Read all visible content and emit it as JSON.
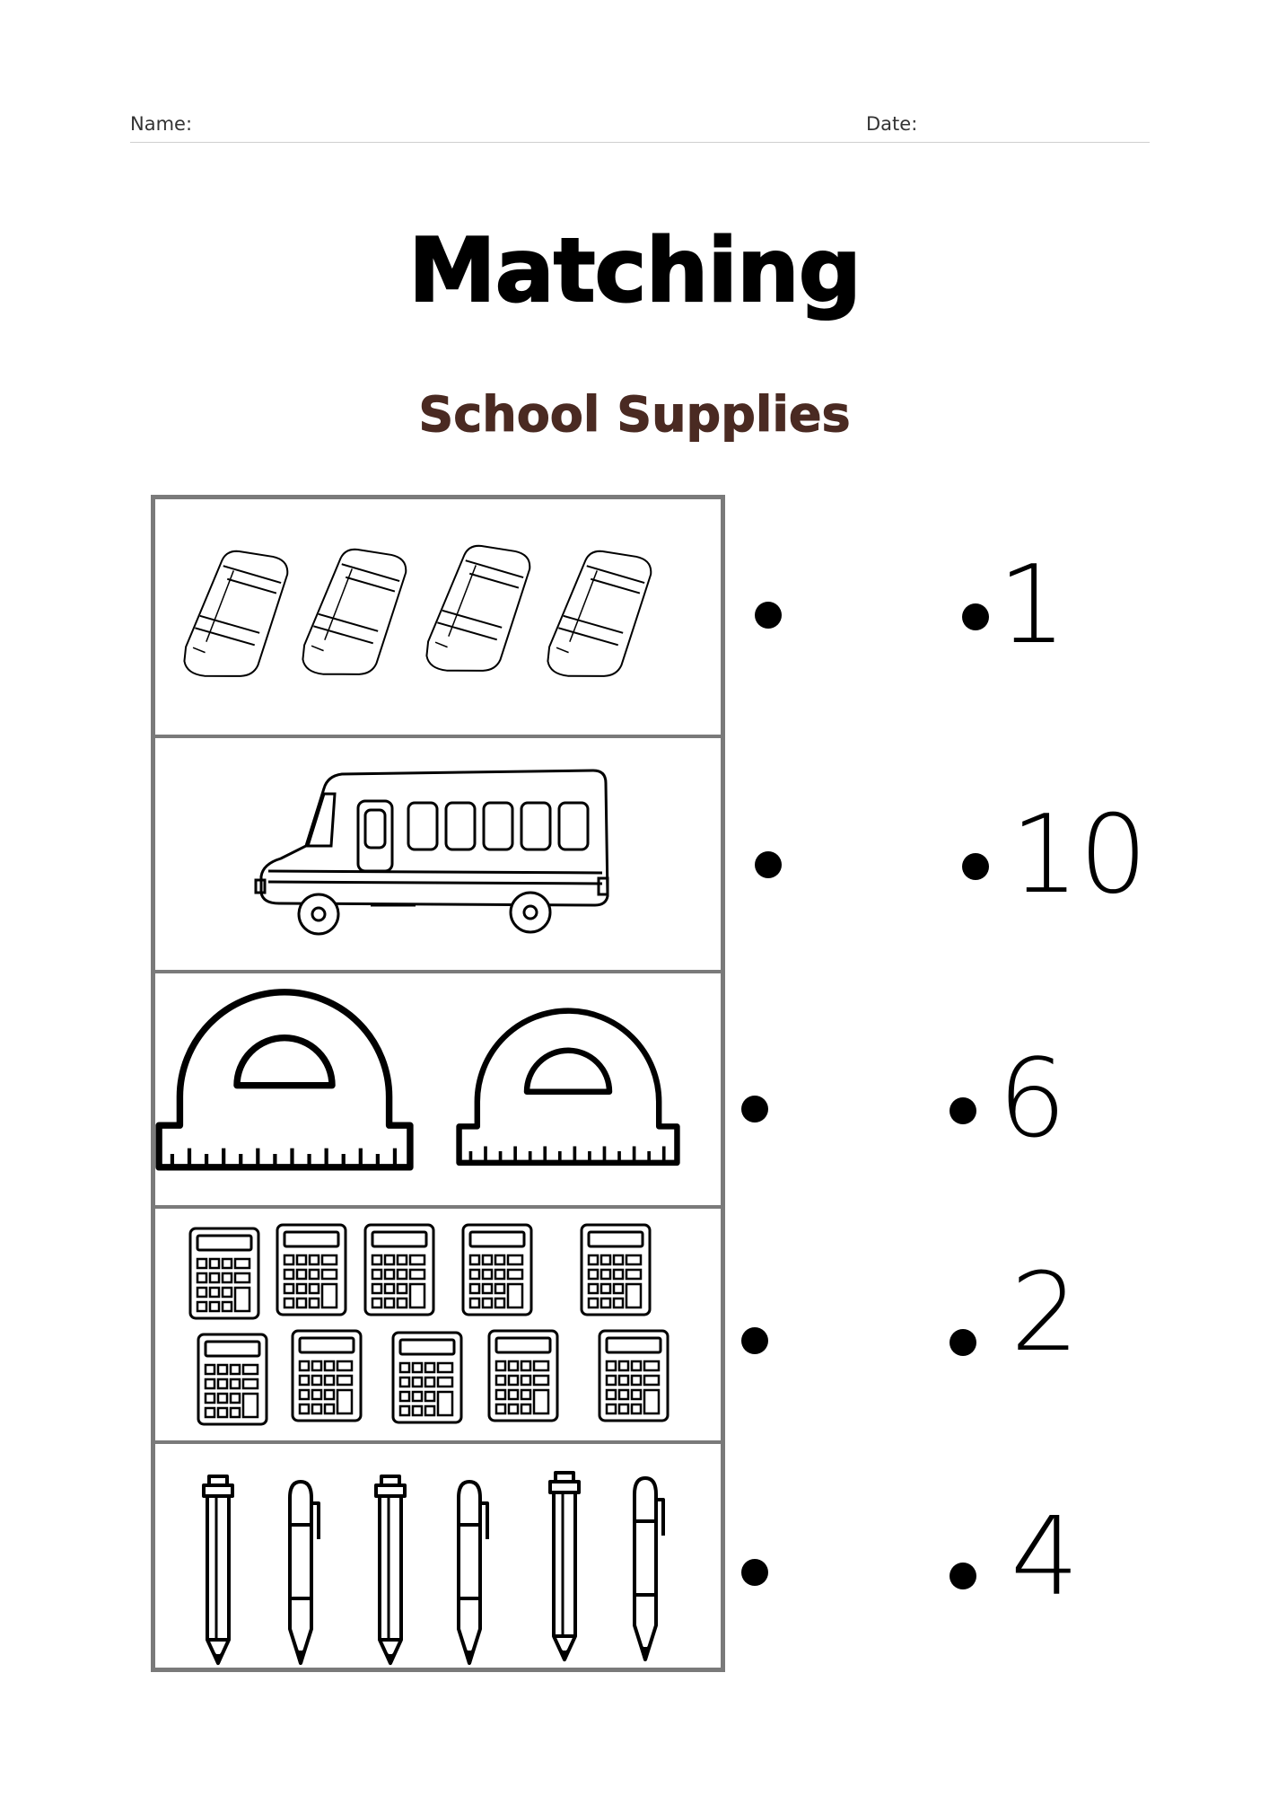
{
  "header": {
    "name_label": "Name:",
    "date_label": "Date:"
  },
  "title": "Matching",
  "subtitle": "School Supplies",
  "colors": {
    "subtitle": "#4a2a22",
    "grid_border": "#7a7a7a",
    "ink": "#000000"
  },
  "rows": [
    {
      "item": "eraser-icon",
      "count": 4
    },
    {
      "item": "bus-icon",
      "count": 1
    },
    {
      "item": "protractor-icon",
      "count": 2
    },
    {
      "item": "calculator-icon",
      "count": 10
    },
    {
      "item": "pencil-pen-icon",
      "count": 6
    }
  ],
  "numbers": [
    "1",
    "10",
    "6",
    "2",
    "4"
  ]
}
